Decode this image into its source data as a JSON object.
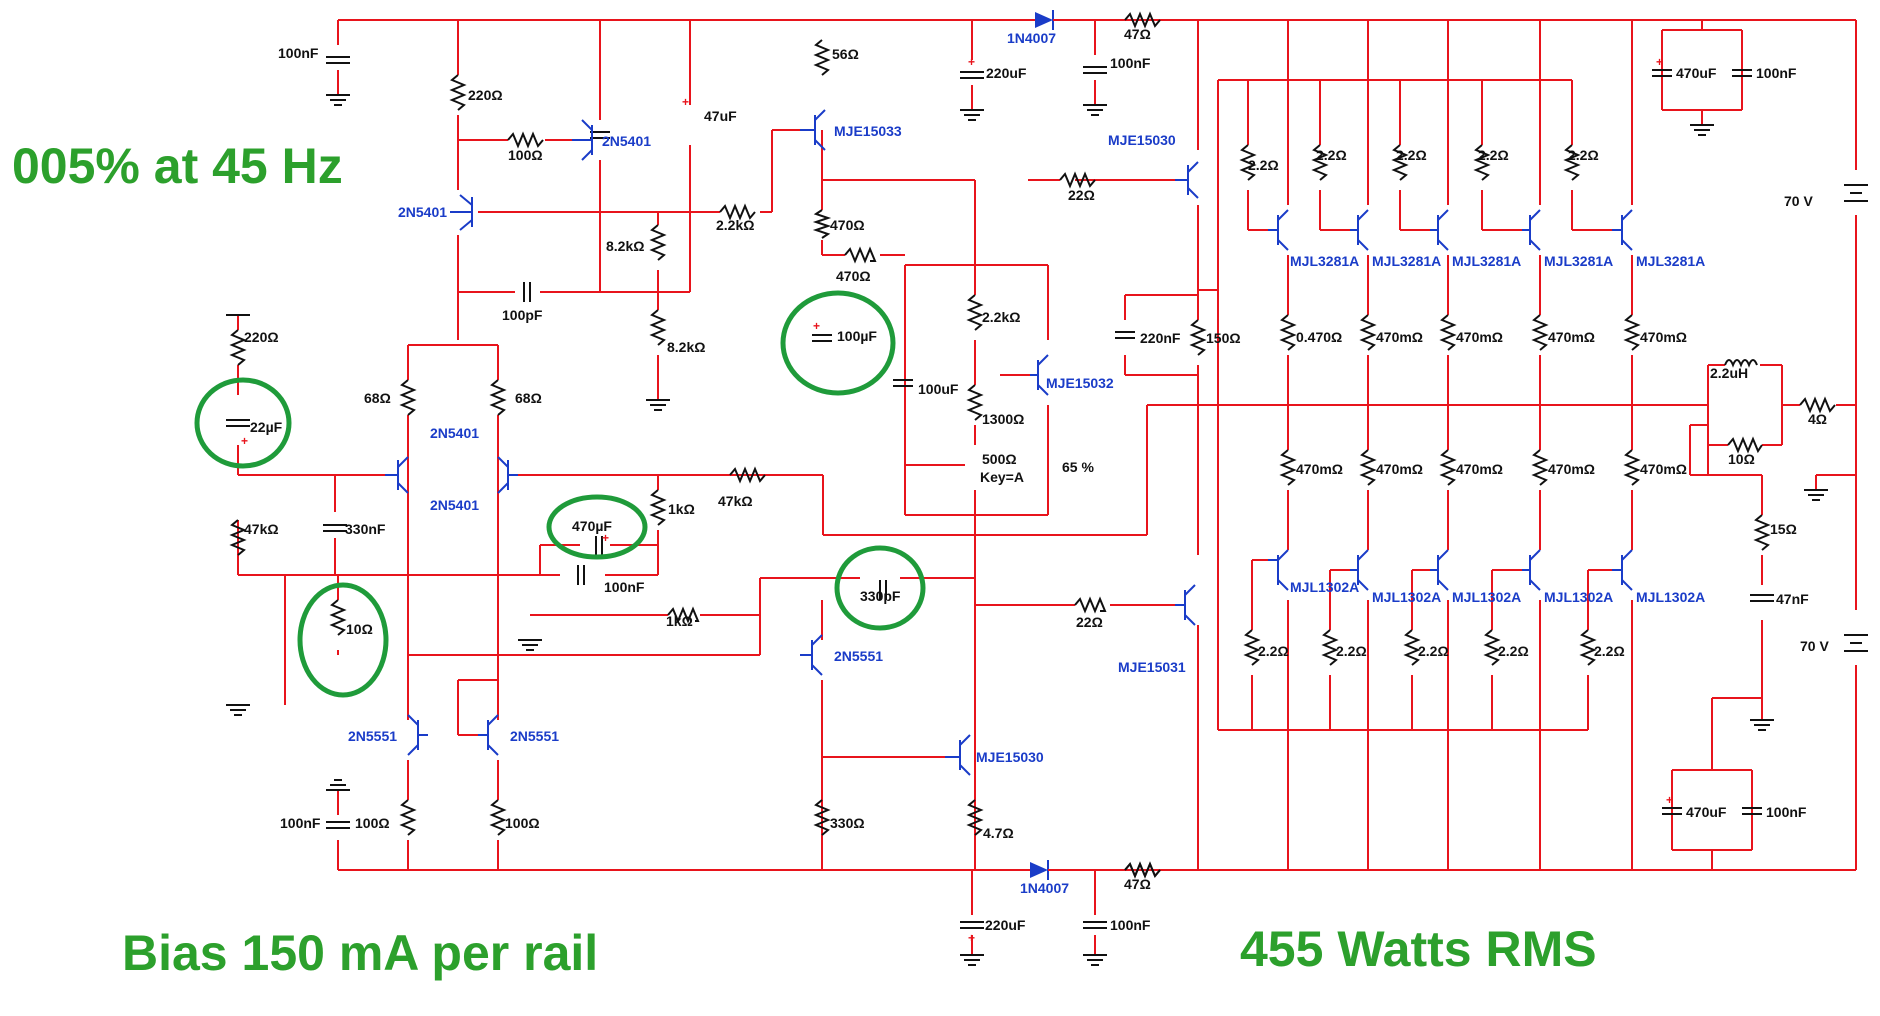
{
  "headlines": {
    "distortion": "005% at 45 Hz",
    "bias": "Bias 150 mA per rail",
    "power": "455 Watts RMS"
  },
  "components": {
    "c_top_left": "100nF",
    "r_220_top": "220Ω",
    "r_100_a": "100Ω",
    "q_2n5401_top": "2N5401",
    "q_2n5401_left": "2N5401",
    "r_22k_a": "2.2kΩ",
    "c_47u": "47uF",
    "r_82k_a": "8.2kΩ",
    "r_82k_b": "8.2kΩ",
    "c_100p": "100pF",
    "r_56": "56Ω",
    "q_mje15033": "MJE15033",
    "d_top": "1N4007",
    "c_220u_top": "220uF",
    "r_47_top": "47Ω",
    "c_100n_top": "100nF",
    "q_mje15030_top": "MJE15030",
    "r_22_top": "22Ω",
    "r_470_a": "470Ω",
    "r_470_b": "470Ω",
    "c_100u_ring": "100µF",
    "r_22k_b": "2.2kΩ",
    "c_100u": "100uF",
    "q_mje15032": "MJE15032",
    "r_1300": "1300Ω",
    "pot_500": "500Ω",
    "pot_key": "Key=A",
    "pot_pct": "65 %",
    "c_220n": "220nF",
    "r_150": "150Ω",
    "r_220_left": "220Ω",
    "c_22u": "22µF",
    "r_68_a": "68Ω",
    "r_68_b": "68Ω",
    "q_diff_a": "2N5401",
    "q_diff_b": "2N5401",
    "r_47k_a": "47kΩ",
    "c_330n": "330nF",
    "c_470u_ring": "470µF",
    "c_100n_mid": "100nF",
    "r_1k_a": "1kΩ",
    "r_47k_b": "47kΩ",
    "r_10_ring": "10Ω",
    "r_1k_b": "1kΩ",
    "c_330p": "330pF",
    "q_2n5551_vas": "2N5551",
    "r_22_bot": "22Ω",
    "q_mje15031": "MJE15031",
    "q_2n5551_a": "2N5551",
    "q_2n5551_b": "2N5551",
    "q_mje15030_bot": "MJE15030",
    "c_bot_left": "100nF",
    "r_100_b": "100Ω",
    "r_100_c": "100Ω",
    "r_330": "330Ω",
    "r_47_bot_left": "4.7Ω",
    "d_bot": "1N4007",
    "r_47_bot": "47Ω",
    "c_220u_bot": "220uF",
    "c_100n_bot": "100nF",
    "r_22_out1": "2.2Ω",
    "r_22_out2": "2.2Ω",
    "r_22_out3": "2.2Ω",
    "r_22_out4": "2.2Ω",
    "r_22_out5": "2.2Ω",
    "q_mjl3281_1": "MJL3281A",
    "q_mjl3281_2": "MJL3281A",
    "q_mjl3281_3": "MJL3281A",
    "q_mjl3281_4": "MJL3281A",
    "q_mjl3281_5": "MJL3281A",
    "r_0470": "0.470Ω",
    "r_470m_1": "470mΩ",
    "r_470m_2": "470mΩ",
    "r_470m_3": "470mΩ",
    "r_470m_4": "470mΩ",
    "r_470m_5": "470mΩ",
    "r_470m_6": "470mΩ",
    "r_470m_7": "470mΩ",
    "r_470m_8": "470mΩ",
    "r_470m_9": "470mΩ",
    "q_mjl1302_1": "MJL1302A",
    "q_mjl1302_2": "MJL1302A",
    "q_mjl1302_3": "MJL1302A",
    "q_mjl1302_4": "MJL1302A",
    "q_mjl1302_5": "MJL1302A",
    "r_22_low1": "2.2Ω",
    "r_22_low2": "2.2Ω",
    "r_22_low3": "2.2Ω",
    "r_22_low4": "2.2Ω",
    "r_22_low5": "2.2Ω",
    "c_470u_top": "470uF",
    "c_100n_topright": "100nF",
    "v_top": "70 V",
    "l_out": "2.2uH",
    "r_4": "4Ω",
    "r_10": "10Ω",
    "r_15": "15Ω",
    "c_47n": "47nF",
    "v_bot": "70 V",
    "c_470u_bot": "470uF",
    "c_100n_botright": "100nF"
  },
  "colors": {
    "wire": "#e8141c",
    "component": "#111111",
    "part_label": "#1a3cc8",
    "highlight": "#1f9b3a",
    "headline": "#2ca02c"
  }
}
